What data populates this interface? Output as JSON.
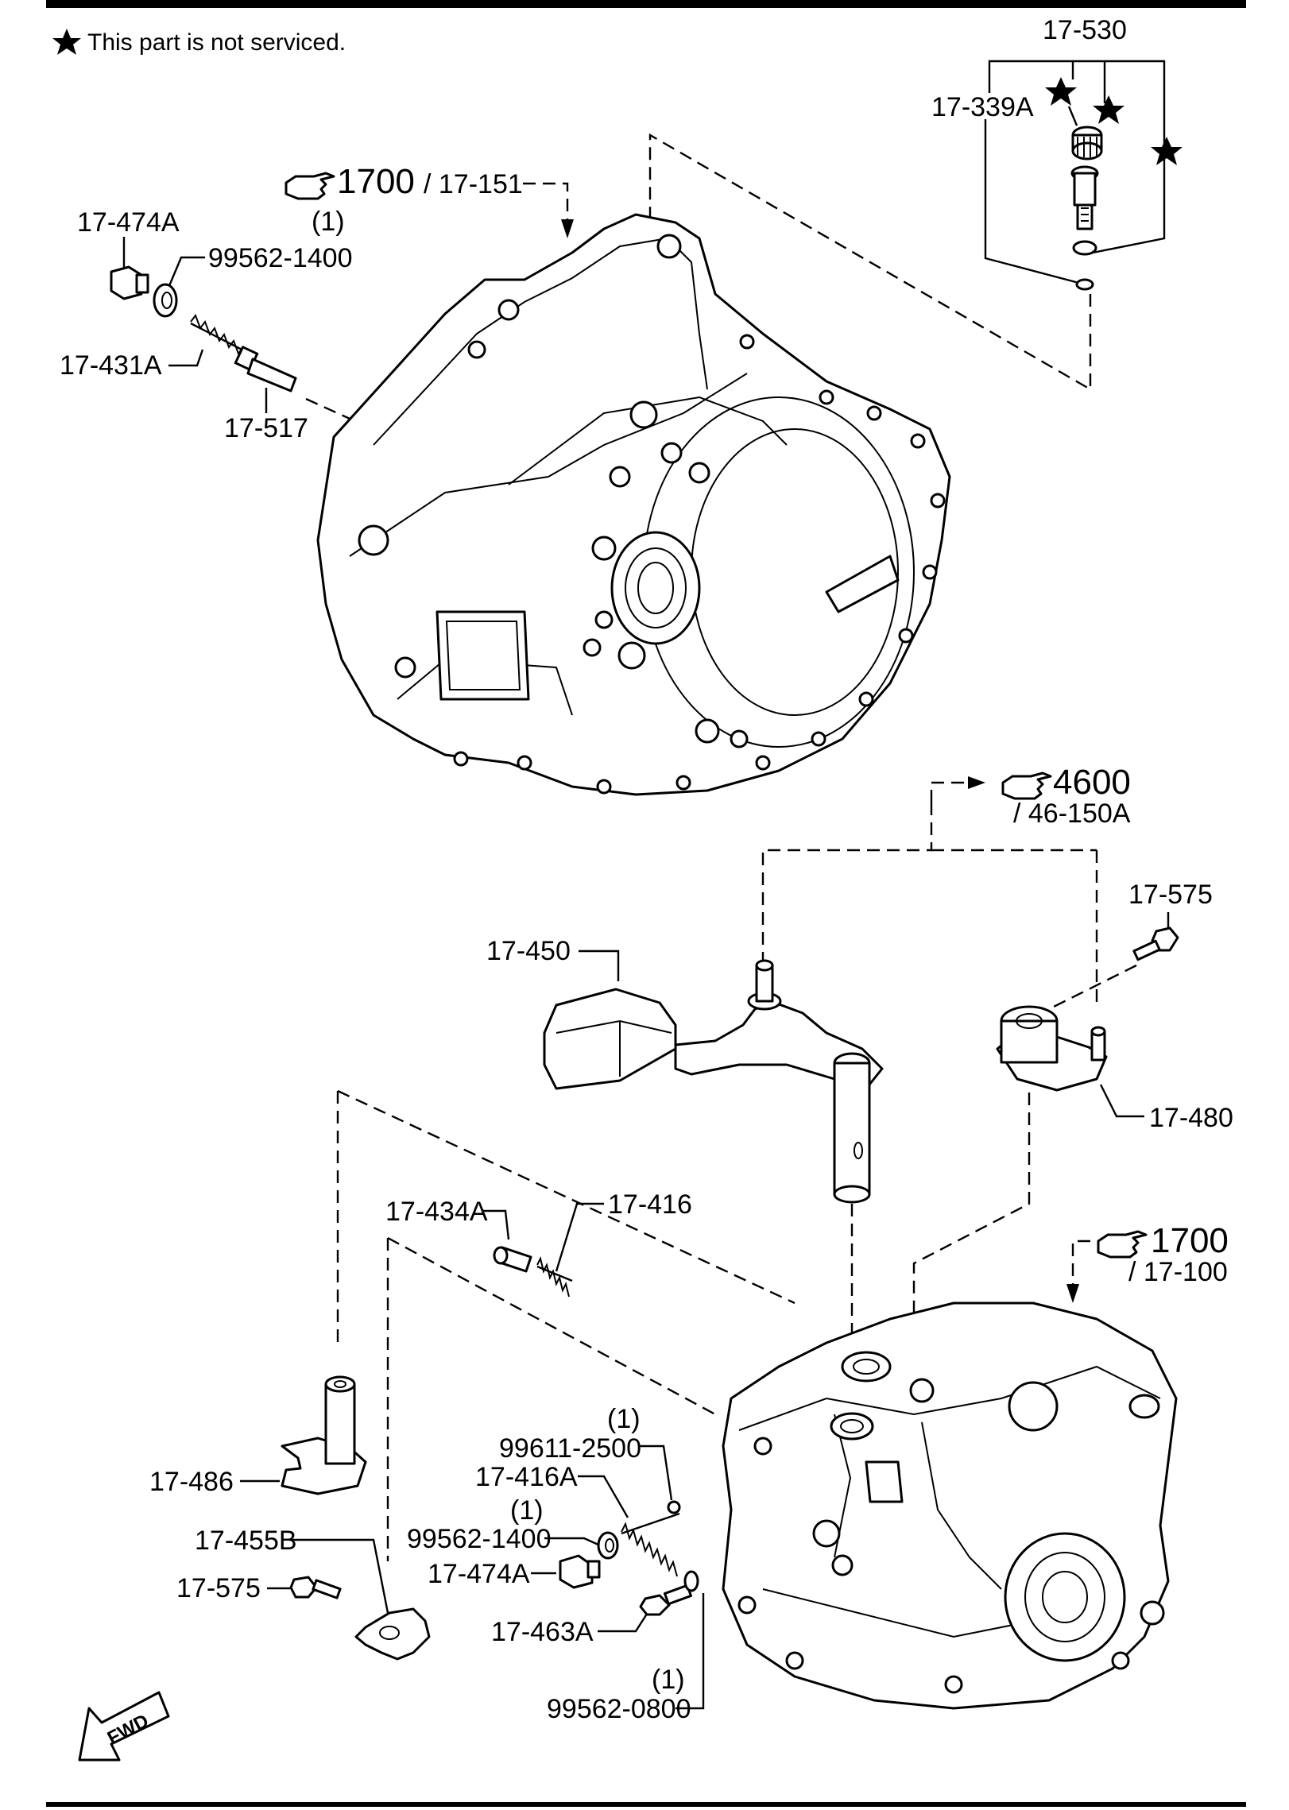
{
  "note": {
    "symbol": "★",
    "text": "This part is not serviced."
  },
  "labels": {
    "p17_530": "17-530",
    "p17_339A": "17-339A",
    "ref_1700_top_num": "1700",
    "ref_1700_top_sub": "/ 17-151",
    "p17_474A_top": "17-474A",
    "qty_99562_1400_top": "(1)",
    "p99562_1400_top": "99562-1400",
    "p17_431A": "17-431A",
    "p17_517": "17-517",
    "ref_4600_num": "4600",
    "ref_4600_sub": "/ 46-150A",
    "p17_575_right": "17-575",
    "p17_450": "17-450",
    "p17_480": "17-480",
    "p17_434A": "17-434A",
    "p17_416": "17-416",
    "ref_1700_bot_num": "1700",
    "ref_1700_bot_sub": "/ 17-100",
    "qty_99611_2500": "(1)",
    "p99611_2500": "99611-2500",
    "p17_416A": "17-416A",
    "qty_99562_1400_bot": "(1)",
    "p99562_1400_bot": "99562-1400",
    "p17_474A_bot": "17-474A",
    "p17_486": "17-486",
    "p17_455B": "17-455B",
    "p17_575_left": "17-575",
    "p17_463A": "17-463A",
    "qty_99562_0800": "(1)",
    "p99562_0800": "99562-0800",
    "fwd": "FWD"
  },
  "icons": [
    "star-icon",
    "pointing-hand-icon",
    "fwd-arrow-icon"
  ]
}
